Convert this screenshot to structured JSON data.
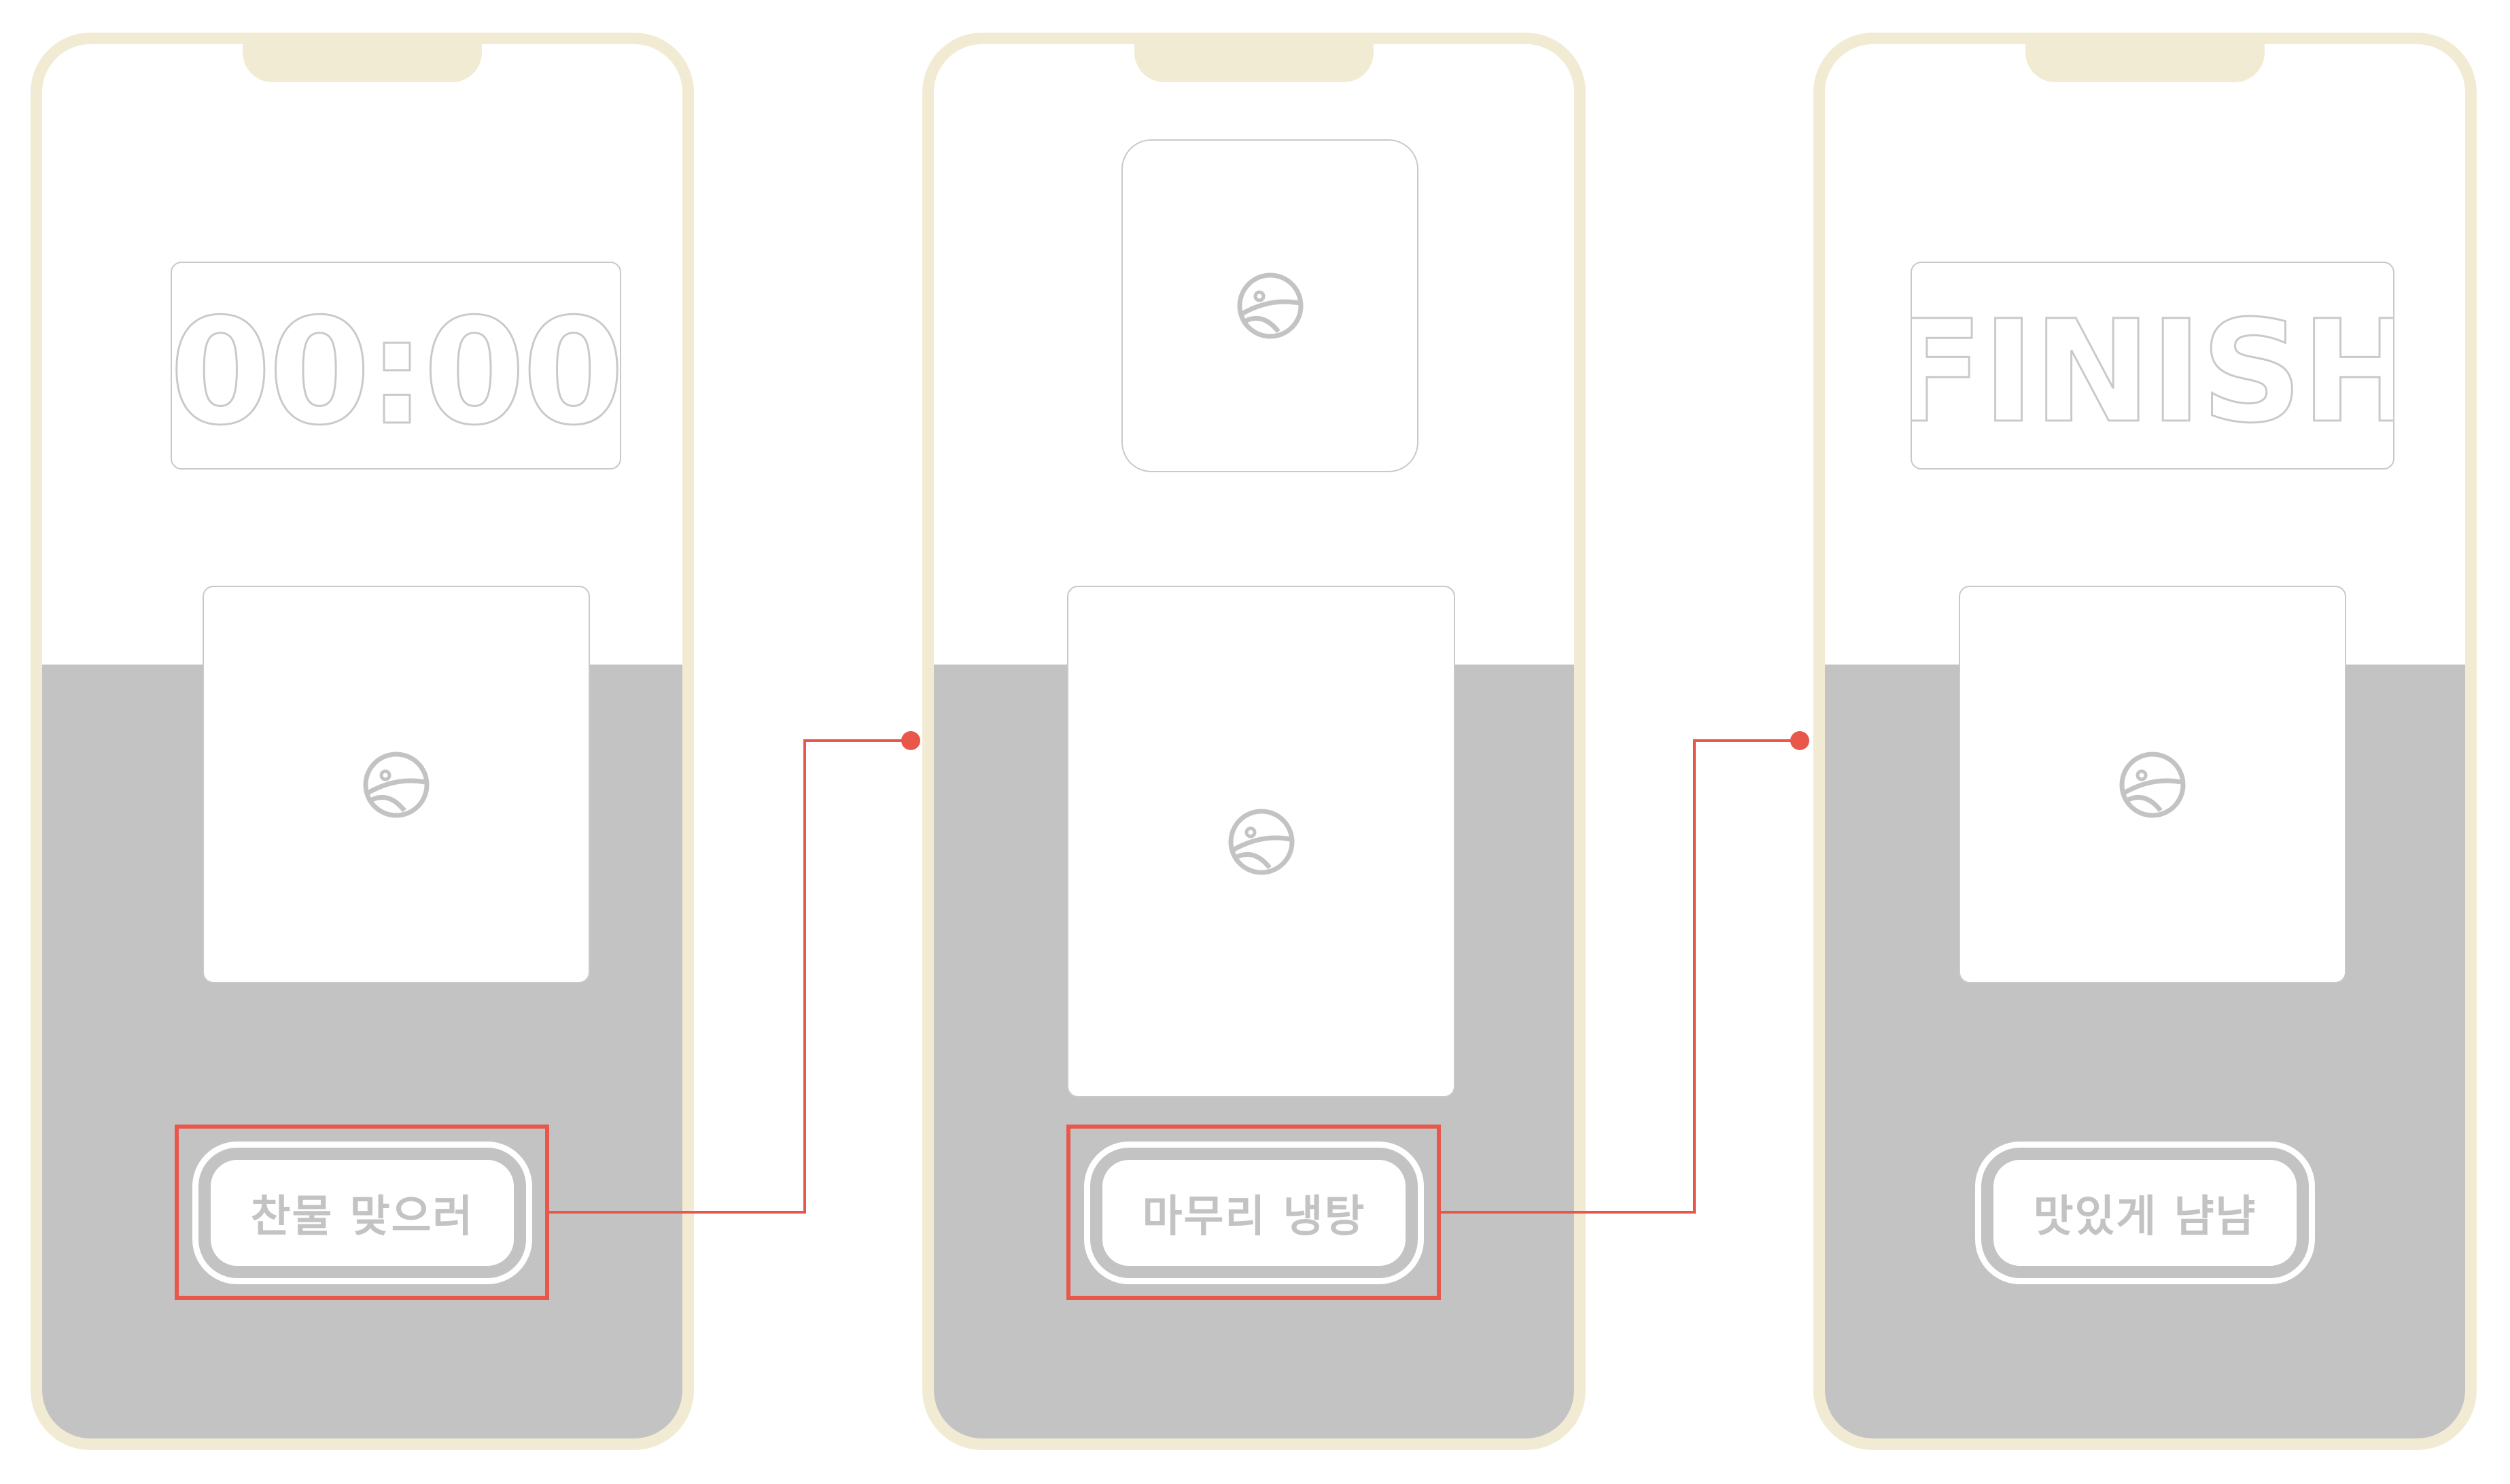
{
  "screens": [
    {
      "timer_text": "00:00",
      "button_label": "찬물 맞으러",
      "image_icon": "landscape-image-icon"
    },
    {
      "image_icon_top": "landscape-image-icon",
      "image_icon": "landscape-image-icon",
      "button_label": "마무리 냉탕"
    },
    {
      "finish_text": "FINISH",
      "image_icon": "landscape-image-icon",
      "button_label": "맛있게 냠냠"
    }
  ],
  "colors": {
    "phone_frame": "#F2EBD3",
    "gray_panel": "#C3C3C3",
    "outline": "#C9C9C9",
    "highlight": "#E8574A"
  }
}
